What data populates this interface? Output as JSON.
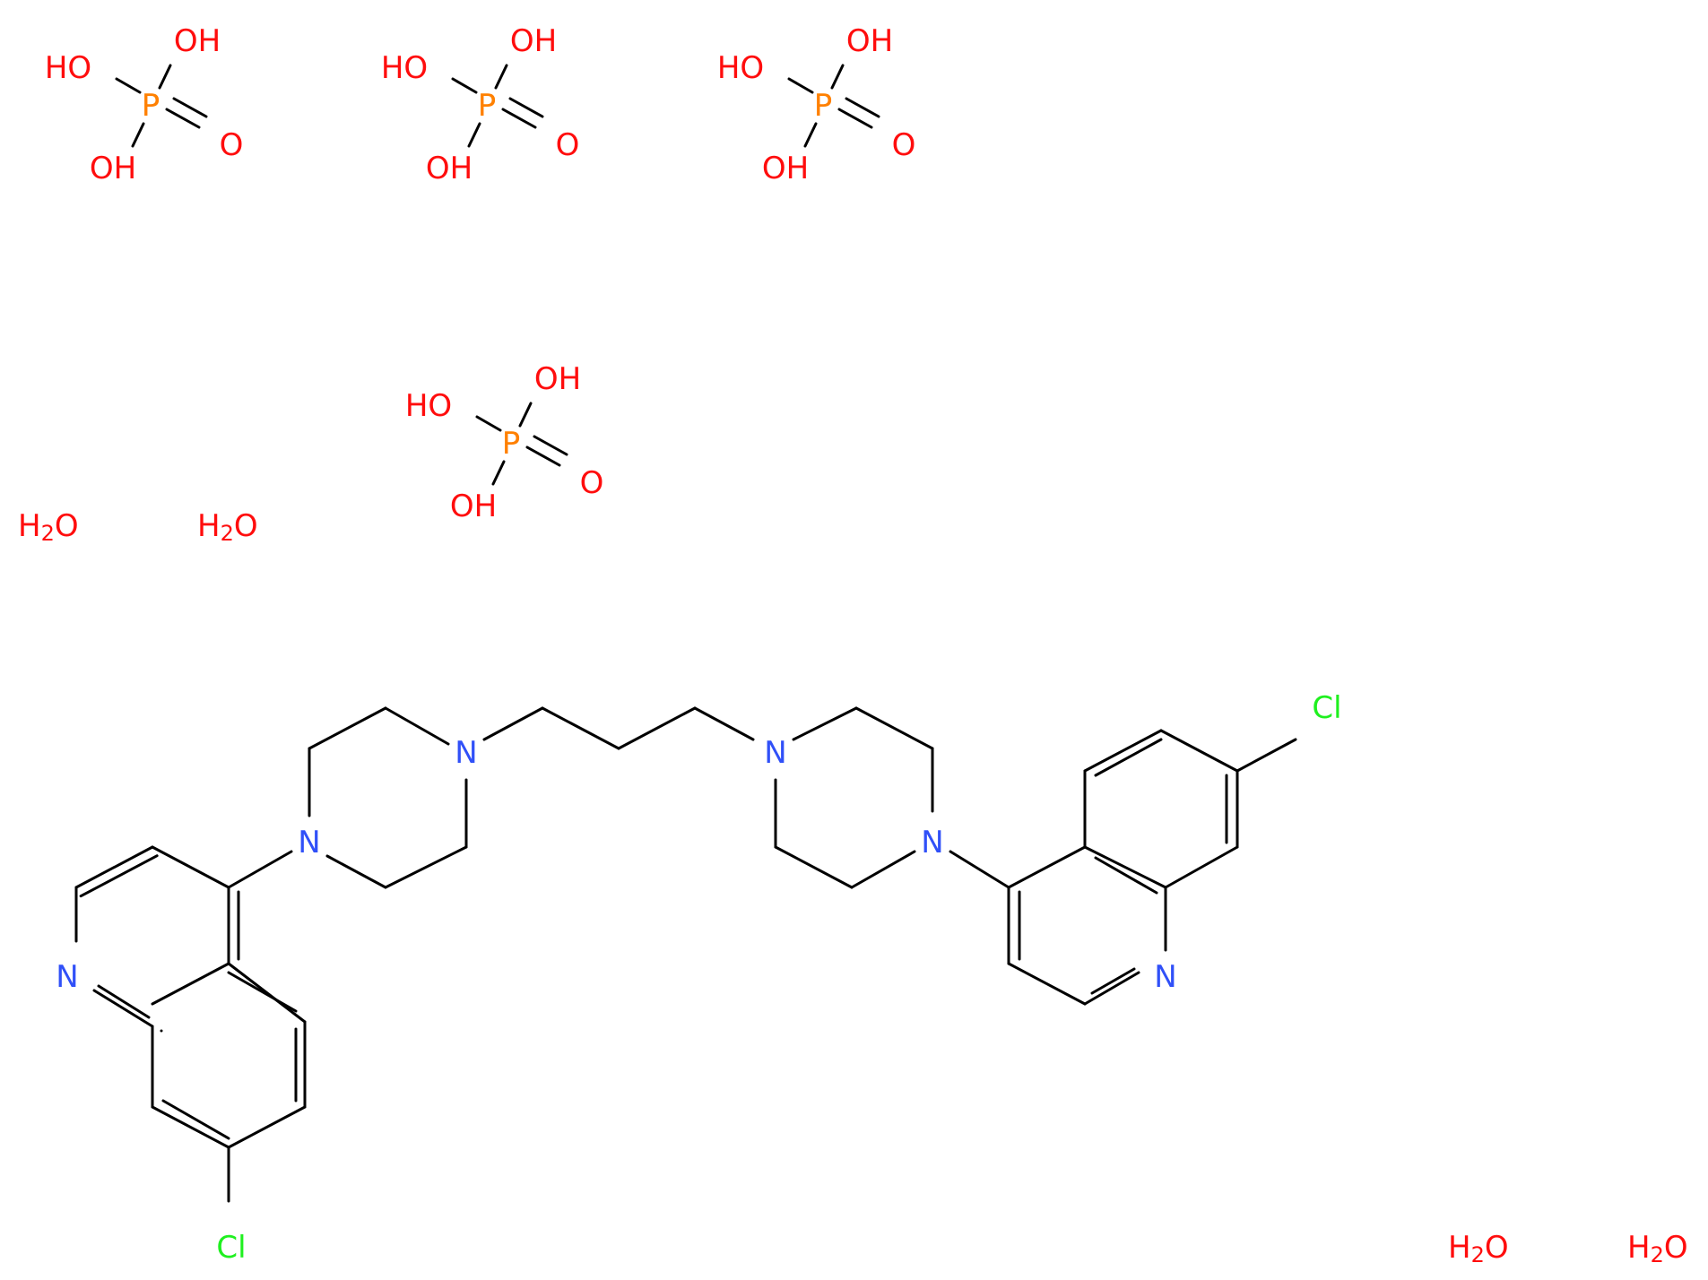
{
  "colors": {
    "bond": "#000000",
    "oxygen": "#ff0d0d",
    "phosphorus": "#ff8000",
    "nitrogen": "#3050f8",
    "chlorine": "#1ff01f"
  },
  "labels": {
    "oh": "OH",
    "ho": "HO",
    "o": "O",
    "p": "P",
    "n": "N",
    "cl": "Cl",
    "h": "H",
    "two": "2"
  }
}
